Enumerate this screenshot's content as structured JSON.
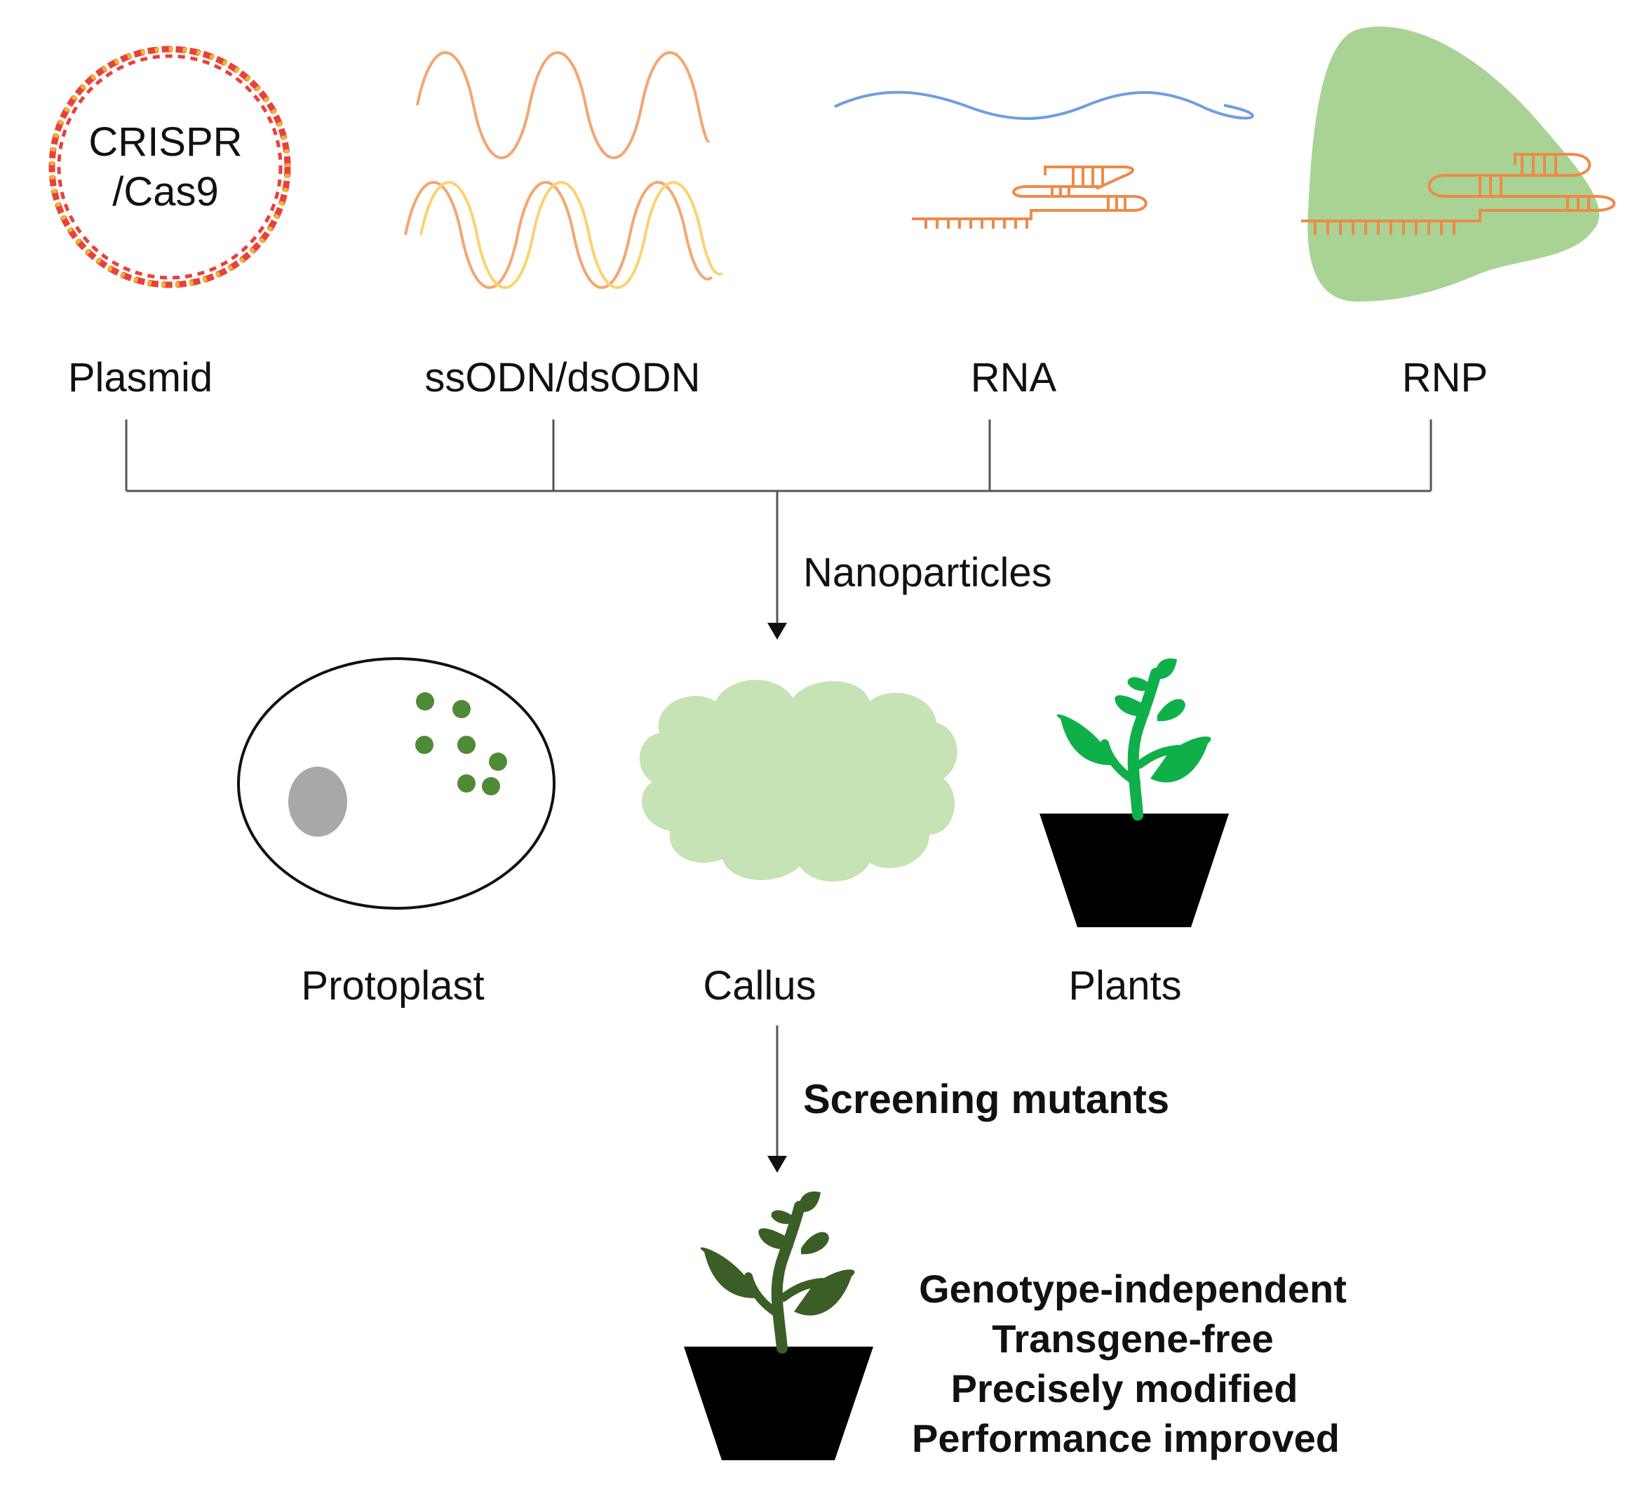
{
  "plasmid": {
    "inner_line1": "CRISPR",
    "inner_line2": "/Cas9",
    "label": "Plasmid"
  },
  "odn": {
    "label": "ssODN/dsODN"
  },
  "rna": {
    "label": "RNA"
  },
  "rnp": {
    "label": "RNP"
  },
  "delivery": {
    "label": "Nanoparticles"
  },
  "targets": {
    "protoplast": "Protoplast",
    "callus": "Callus",
    "plants": "Plants"
  },
  "screening": {
    "label": "Screening mutants"
  },
  "benefits": [
    "Genotype-independent",
    "Transgene-free",
    "Precisely modified",
    "Performance improved"
  ],
  "colors": {
    "plasmid_ring": "#e8413a",
    "plasmid_ring_alt": "#f2b233",
    "odn_strand_1": "#f4a672",
    "odn_strand_2": "#fbd36e",
    "rna_strand": "#6f9ee0",
    "guide_rna": "#ee8a48",
    "rnp_protein": "#a8d394",
    "callus": "#c5e3b5",
    "chloroplast": "#4f8a36",
    "nucleus": "#a8a8a8",
    "plant_bright": "#0fb04a",
    "plant_dark": "#3a5e25",
    "pot": "#000000",
    "benefit_text": "#d2691e"
  }
}
